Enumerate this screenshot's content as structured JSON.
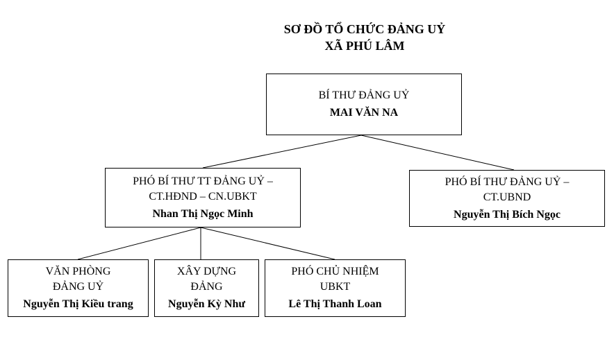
{
  "title_line1": "SƠ ĐỒ TỔ CHỨC ĐẢNG UỶ",
  "title_line2": "XÃ PHÚ LÂM",
  "nodes": {
    "secretary": {
      "role": "BÍ THƯ ĐẢNG UỶ",
      "name": "MAI VĂN NA"
    },
    "deputy_standing": {
      "role_line1": "PHÓ BÍ THƯ TT ĐẢNG UỶ –",
      "role_line2": "CT.HĐND – CN.UBKT",
      "name": "Nhan Thị Ngọc Minh"
    },
    "deputy": {
      "role_line1": "PHÓ BÍ THƯ ĐẢNG UỶ –",
      "role_line2": "CT.UBND",
      "name": "Nguyễn Thị Bích Ngọc"
    },
    "office": {
      "role_line1": "VĂN PHÒNG",
      "role_line2": "ĐẢNG UỶ",
      "name": "Nguyễn Thị Kiều trang"
    },
    "party_building": {
      "role_line1": "XÂY DỰNG",
      "role_line2": "ĐẢNG",
      "name": "Nguyễn Kỳ Như"
    },
    "inspection_vice": {
      "role_line1": "PHÓ CHỦ NHIỆM",
      "role_line2": "UBKT",
      "name": "Lê Thị Thanh Loan"
    }
  }
}
